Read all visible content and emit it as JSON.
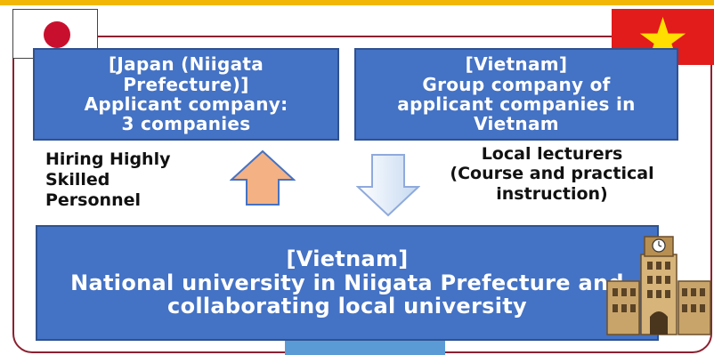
{
  "diagram": {
    "japan_company_box": {
      "lines": [
        "[Japan (Niigata",
        "Prefecture)]",
        "Applicant company:",
        "3 companies"
      ]
    },
    "vietnam_group_box": {
      "lines": [
        "[Vietnam]",
        "Group company of",
        "applicant companies in",
        "Vietnam"
      ]
    },
    "university_box": {
      "lines": [
        "[Vietnam]",
        "National university in Niigata Prefecture and",
        "collaborating local university"
      ]
    },
    "left_label": {
      "lines": [
        "Hiring Highly",
        "Skilled",
        "Personnel"
      ]
    },
    "right_label": {
      "lines": [
        "Local lecturers",
        "(Course and practical",
        "instruction)"
      ]
    },
    "icons": {
      "japan_flag": "japan-flag-icon",
      "vietnam_flag": "vietnam-flag-icon",
      "university_building": "university-building-icon",
      "up_arrow": "arrow-up-icon",
      "down_arrow": "arrow-down-icon"
    },
    "colors": {
      "box_fill": "#4472c4",
      "frame_border": "#8b2130",
      "top_band": "#f2b705",
      "up_arrow_fill": "#f4b183",
      "down_arrow_fill": "#deebf7",
      "japan_disc": "#c8102e",
      "vietnam_red": "#e21b1b",
      "vietnam_star": "#ffde00"
    }
  }
}
